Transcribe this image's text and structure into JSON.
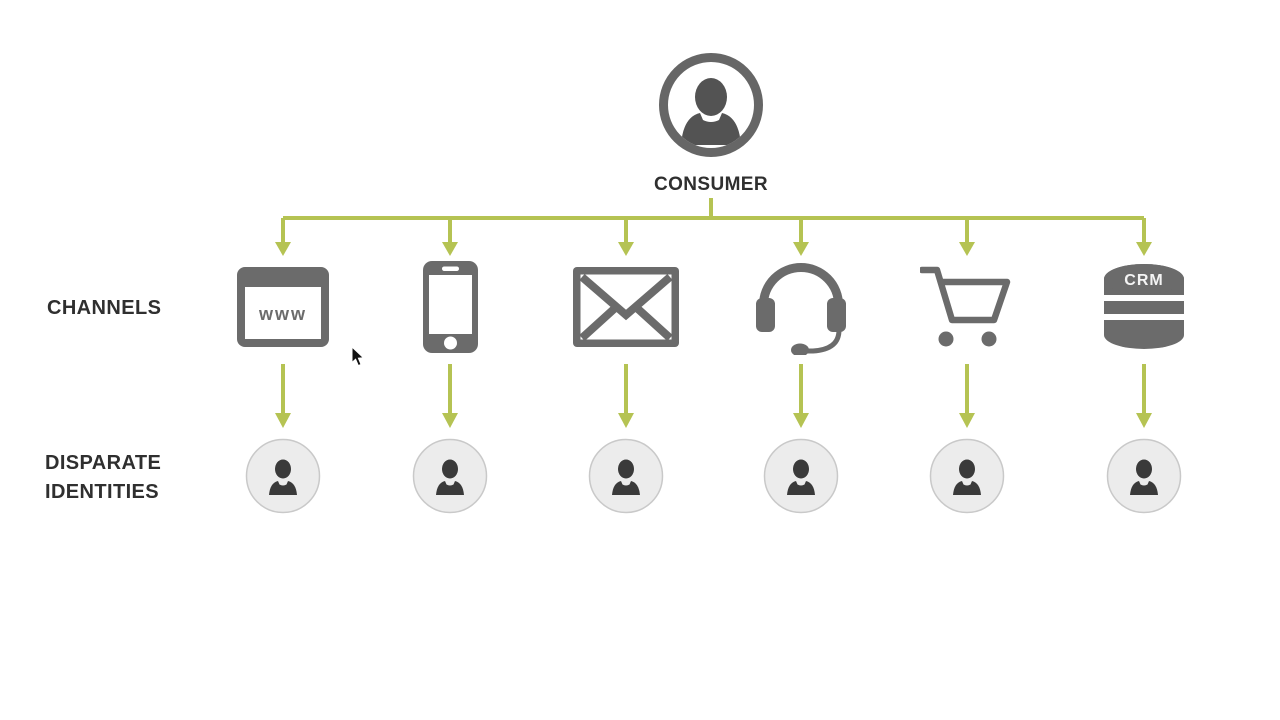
{
  "diagram": {
    "consumer": {
      "label": "CONSUMER",
      "icon": "person-circle-icon"
    },
    "row_labels": {
      "channels": "CHANNELS",
      "disparate_line1": "DISPARATE",
      "disparate_line2": "IDENTITIES"
    },
    "channels": [
      {
        "name": "website",
        "icon": "browser-www-icon",
        "text": "www"
      },
      {
        "name": "mobile",
        "icon": "smartphone-icon"
      },
      {
        "name": "email",
        "icon": "envelope-icon"
      },
      {
        "name": "call-center",
        "icon": "headset-icon"
      },
      {
        "name": "ecommerce",
        "icon": "shopping-cart-icon"
      },
      {
        "name": "crm",
        "icon": "database-icon",
        "text": "CRM"
      }
    ],
    "identities": {
      "count": 6,
      "icon": "person-silhouette-icon"
    },
    "colors": {
      "background": "#ffffff",
      "connector_green": "#b5c353",
      "icon_gray": "#6b6b6b",
      "consumer_ring": "#666666",
      "dark_silhouette": "#535353",
      "identity_fill": "#ececec",
      "identity_border": "#c9c9c9",
      "text": "#2f2f2f"
    },
    "cursor": {
      "icon": "mouse-pointer-icon"
    }
  }
}
